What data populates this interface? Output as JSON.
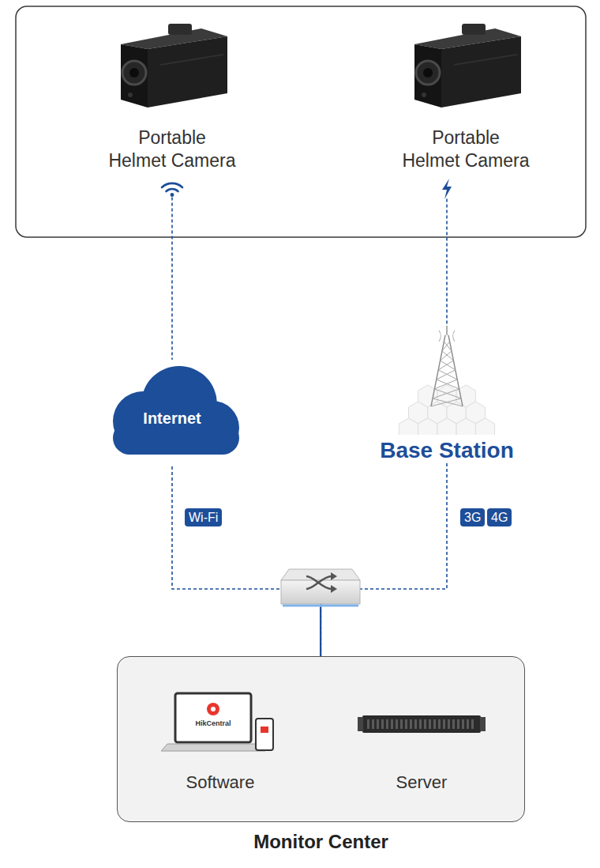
{
  "diagram": {
    "nodes": [
      {
        "text": [
          "Portable Helmet Camera"
        ]
      },
      {
        "text": [
          "Portable Helmet Camera"
        ]
      },
      {
        "text": [
          "Internet"
        ]
      },
      {
        "text": [
          "Base Station"
        ]
      },
      {
        "text": [
          "Monitor Center"
        ]
      },
      {
        "text": [
          "Software"
        ],
        "in": 4
      },
      {
        "text": [
          "Server"
        ],
        "in": 4
      }
    ],
    "edges": [
      {
        "from": 0,
        "to": 2,
        "arrow": "none"
      },
      {
        "from": 1,
        "to": 3,
        "arrow": "none"
      },
      {
        "from": 2,
        "to": 4,
        "arrow": "none"
      },
      {
        "from": 3,
        "to": 4,
        "arrow": "none"
      }
    ],
    "labels": [
      "Wi-Fi",
      "3G",
      "4G",
      "HikCentral"
    ]
  }
}
